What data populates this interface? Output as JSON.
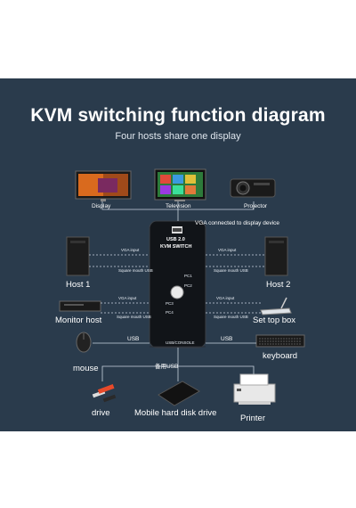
{
  "diagram": {
    "title": "KVM switching function diagram",
    "subtitle": "Four hosts share one display"
  },
  "devices": {
    "display": "Display",
    "television": "Television",
    "projector": "Projector",
    "host1": "Host 1",
    "host2": "Host 2",
    "monitor_host": "Monitor host",
    "set_top_box": "Set top box",
    "mouse": "mouse",
    "keyboard": "keyboard",
    "drive": "drive",
    "mobile_hdd": "Mobile hard disk drive",
    "printer": "Printer"
  },
  "connections": {
    "vga_display": "VGA connected to display device",
    "vga_input": "VGA input",
    "square_usb": "Square mouth USB",
    "usb": "USB",
    "spare_usb": "备用USB"
  },
  "kvm": {
    "line1": "USB 2.0",
    "line2": "KVM SWITCH",
    "pc1": "PC1",
    "pc2": "PC2",
    "pc3": "PC3",
    "pc4": "PC4",
    "console": "USB/CONSOLE"
  },
  "colors": {
    "background": "#2a3b4c",
    "kvm_body": "#111418",
    "line": "#c9d4df"
  }
}
